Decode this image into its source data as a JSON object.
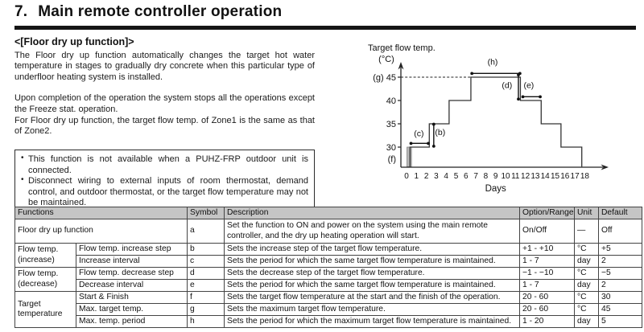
{
  "page": {
    "title_number": "7.",
    "title": "Main remote controller operation"
  },
  "section": {
    "heading": "<[Floor dry up function]>",
    "para1": "The Floor dry up function automatically changes the target hot water temperature in stages to gradually dry concrete when this particular type of underfloor heating system is installed.",
    "para2": "Upon completion of the operation the system stops all the operations except the Freeze stat. operation.",
    "para3": "For Floor dry up function, the target flow temp. of Zone1 is the same as that of Zone2."
  },
  "note_box": {
    "items": [
      "This function is not available when a PUHZ-FRP outdoor unit is connected.",
      "Disconnect wiring to external inputs of room thermostat, demand control, and outdoor thermostat, or the target flow temperature may not be maintained."
    ]
  },
  "chart_data": {
    "type": "line",
    "title": "Target flow temp.",
    "y_unit": "(°C)",
    "xlabel": "Days",
    "x_ticks": [
      0,
      1,
      2,
      3,
      4,
      5,
      6,
      7,
      8,
      9,
      10,
      11,
      12,
      13,
      14,
      15,
      16,
      17,
      18
    ],
    "y_ticks": [
      {
        "value": 30,
        "label": "30"
      },
      {
        "value": 35,
        "label": "35"
      },
      {
        "value": 40,
        "label": "40"
      },
      {
        "value": 45,
        "label": "(g) 45"
      }
    ],
    "start_label": {
      "text": "(f)",
      "temp": 27.5
    },
    "xlim": [
      0,
      19
    ],
    "ylim": [
      25,
      49
    ],
    "grid": false,
    "step_points": [
      [
        0.35,
        30
      ],
      [
        2.3,
        30
      ],
      [
        2.3,
        35
      ],
      [
        4.3,
        35
      ],
      [
        4.3,
        40
      ],
      [
        6.5,
        40
      ],
      [
        6.5,
        45
      ],
      [
        11.5,
        45
      ],
      [
        11.5,
        40
      ],
      [
        13.6,
        40
      ],
      [
        13.6,
        35
      ],
      [
        15.6,
        35
      ],
      [
        15.6,
        30
      ],
      [
        17.7,
        30
      ]
    ],
    "dashed_level": {
      "temp": 45,
      "to_day": 6.5
    },
    "start_bar": {
      "from_day": 0.05,
      "to_day": 0.5,
      "temp": 30
    },
    "annotations": [
      {
        "label": "(c)",
        "kind": "h-arrow",
        "from_day": 0.45,
        "to_day": 2.2,
        "temp": 30.8,
        "label_day": 1.25,
        "label_temp": 32.9
      },
      {
        "label": "(b)",
        "kind": "v-arrow",
        "day": 2.75,
        "from_temp": 30.2,
        "to_temp": 34.9,
        "label_day": 3.4,
        "label_temp": 33.2
      },
      {
        "label": "(h)",
        "kind": "h-arrow",
        "from_day": 6.6,
        "to_day": 11.45,
        "temp": 45.8,
        "label_day": 8.7,
        "label_temp": 48.3
      },
      {
        "label": "(d)",
        "kind": "v-arrow",
        "day": 11.3,
        "from_temp": 40.3,
        "to_temp": 45.5,
        "label_day": 10.15,
        "label_temp": 43.3
      },
      {
        "label": "(e)",
        "kind": "h-arrow",
        "from_day": 11.75,
        "to_day": 13.5,
        "temp": 40.8,
        "label_day": 12.35,
        "label_temp": 43.3
      }
    ]
  },
  "table": {
    "headers": {
      "functions": "Functions",
      "symbol": "Symbol",
      "description": "Description",
      "range": "Option/Range",
      "unit": "Unit",
      "default": "Default"
    },
    "groups": [
      "Flow temp. (increase)",
      "Flow temp. (decrease)",
      "Target temperature"
    ],
    "rows": [
      {
        "function": "Floor dry up function",
        "symbol": "a",
        "description": "Set the function to ON and power on the system using the main remote controller, and the dry up heating operation will start.",
        "range": "On/Off",
        "unit": "—",
        "default": "Off"
      },
      {
        "sub": "Flow temp. increase step",
        "symbol": "b",
        "description": "Sets the increase step of the target flow temperature.",
        "range": "+1 - +10",
        "unit": "°C",
        "default": "+5"
      },
      {
        "sub": "Increase interval",
        "symbol": "c",
        "description": "Sets the period for which the same target flow temperature is maintained.",
        "range": "1 - 7",
        "unit": "day",
        "default": "2"
      },
      {
        "sub": "Flow temp. decrease step",
        "symbol": "d",
        "description": "Sets the decrease step of the target flow temperature.",
        "range": "−1 - −10",
        "unit": "°C",
        "default": "−5"
      },
      {
        "sub": "Decrease interval",
        "symbol": "e",
        "description": "Sets the period for which the same target flow temperature is maintained.",
        "range": "1 - 7",
        "unit": "day",
        "default": "2"
      },
      {
        "sub": "Start & Finish",
        "symbol": "f",
        "description": "Sets the target flow temperature at the start and the finish of the operation.",
        "range": "20 - 60",
        "unit": "°C",
        "default": "30"
      },
      {
        "sub": "Max. target temp.",
        "symbol": "g",
        "description": "Sets the maximum target flow temperature.",
        "range": "20 - 60",
        "unit": "°C",
        "default": "45"
      },
      {
        "sub": "Max. temp. period",
        "symbol": "h",
        "description": "Sets the period for which the maximum target flow temperature is maintained.",
        "range": "1 - 20",
        "unit": "day",
        "default": "5"
      }
    ]
  }
}
